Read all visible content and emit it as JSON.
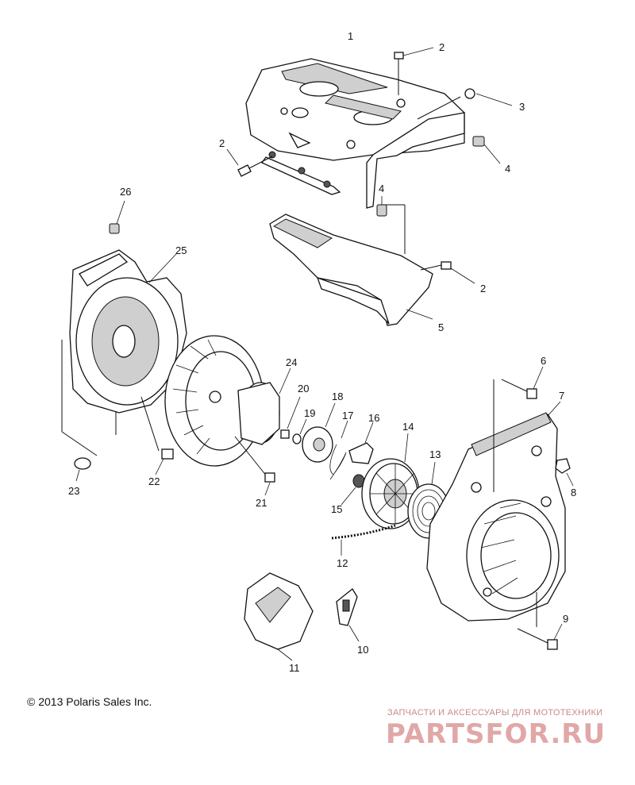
{
  "callouts": [
    "1",
    "2",
    "3",
    "4",
    "5",
    "6",
    "7",
    "8",
    "9",
    "10",
    "11",
    "12",
    "13",
    "14",
    "15",
    "16",
    "17",
    "18",
    "19",
    "20",
    "21",
    "22",
    "23",
    "24",
    "25",
    "26"
  ],
  "copyright": "© 2013 Polaris Sales Inc.",
  "watermark": {
    "tagline": "ЗАПЧАСТИ И АКСЕССУАРЫ ДЛЯ МОТОТЕХНИКИ",
    "logo": "PARTSFOR.RU"
  }
}
